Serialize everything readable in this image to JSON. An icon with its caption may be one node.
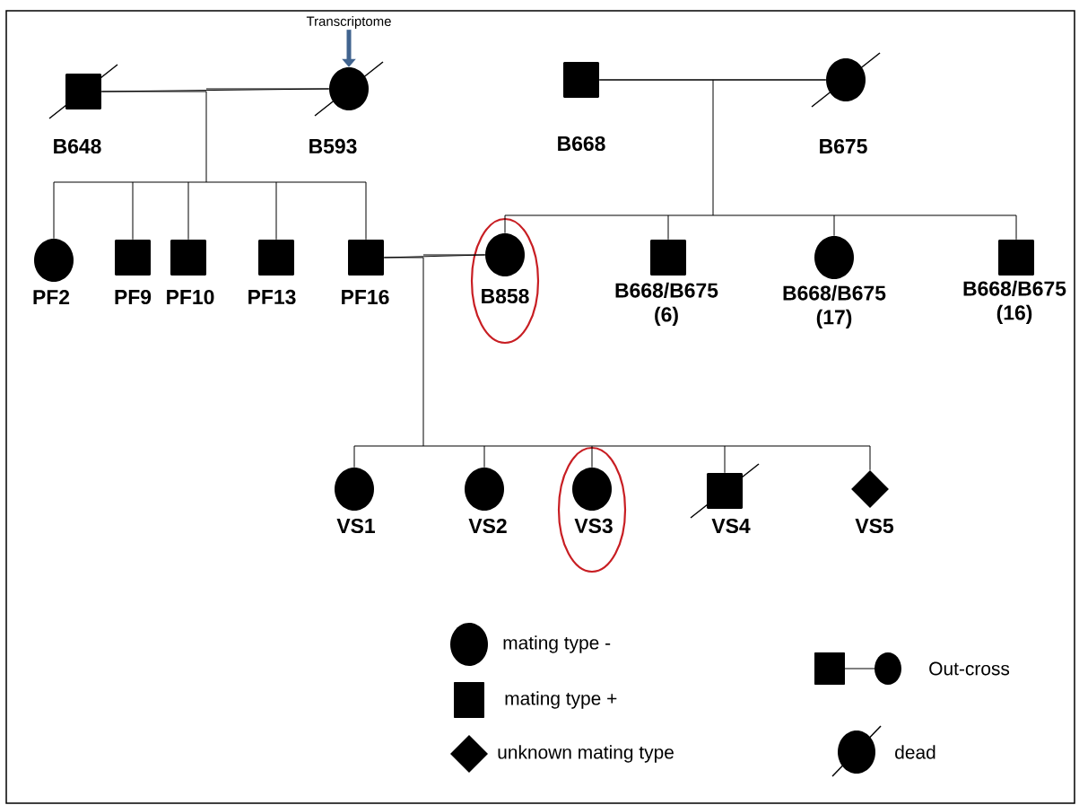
{
  "diagram": {
    "nodes": [
      {
        "text": [
          "Transcriptome"
        ]
      },
      {
        "text": [],
        "shape": "struck-box",
        "beside": [
          "B648"
        ]
      },
      {
        "text": [],
        "shape": "struck-circle",
        "beside": [
          "B593"
        ]
      },
      {
        "text": [],
        "shape": "box",
        "beside": [
          "B668"
        ]
      },
      {
        "text": [],
        "shape": "struck-circle",
        "beside": [
          "B675"
        ]
      },
      {
        "text": [],
        "shape": "circle",
        "beside": [
          "PF2"
        ]
      },
      {
        "text": [],
        "shape": "box",
        "beside": [
          "PF9"
        ]
      },
      {
        "text": [],
        "shape": "box",
        "beside": [
          "PF10"
        ]
      },
      {
        "text": [],
        "shape": "box",
        "beside": [
          "PF13"
        ]
      },
      {
        "text": [],
        "shape": "box",
        "beside": [
          "PF16"
        ]
      },
      {
        "text": [],
        "shape": "ellipse"
      },
      {
        "text": [],
        "shape": "circle",
        "beside": [
          "B858"
        ],
        "in": 10
      },
      {
        "text": [],
        "shape": "box",
        "beside": [
          "B668/B675 (6)"
        ]
      },
      {
        "text": [],
        "shape": "circle",
        "beside": [
          "B668/B675 (17)"
        ]
      },
      {
        "text": [],
        "shape": "box",
        "beside": [
          "B668/B675 (16)"
        ]
      },
      {
        "text": [],
        "shape": "circle",
        "beside": [
          "VS1"
        ]
      },
      {
        "text": [],
        "shape": "circle",
        "beside": [
          "VS2"
        ]
      },
      {
        "text": [],
        "shape": "ellipse"
      },
      {
        "text": [],
        "shape": "circle",
        "beside": [
          "VS3"
        ],
        "in": 17
      },
      {
        "text": [],
        "shape": "struck-box",
        "beside": [
          "VS4"
        ]
      },
      {
        "text": [],
        "shape": "diamond",
        "beside": [
          "VS5"
        ]
      }
    ],
    "edges": [
      {
        "from": 0,
        "to": 2,
        "arrow": "to",
        "style": "thick",
        "color": "#41648f"
      },
      {
        "from": 1,
        "to": 2,
        "arrow": "none"
      },
      {
        "from": 1,
        "to": 5,
        "arrow": "none"
      },
      {
        "from": 1,
        "to": 6,
        "arrow": "none"
      },
      {
        "from": 1,
        "to": 7,
        "arrow": "none"
      },
      {
        "from": 1,
        "to": 8,
        "arrow": "none"
      },
      {
        "from": 1,
        "to": 9,
        "arrow": "none"
      },
      {
        "from": 2,
        "to": 5,
        "arrow": "none"
      },
      {
        "from": 2,
        "to": 6,
        "arrow": "none"
      },
      {
        "from": 2,
        "to": 7,
        "arrow": "none"
      },
      {
        "from": 2,
        "to": 8,
        "arrow": "none"
      },
      {
        "from": 2,
        "to": 9,
        "arrow": "none"
      },
      {
        "from": 3,
        "to": 4,
        "arrow": "none"
      },
      {
        "from": 3,
        "to": 11,
        "arrow": "none"
      },
      {
        "from": 3,
        "to": 12,
        "arrow": "none"
      },
      {
        "from": 3,
        "to": 13,
        "arrow": "none"
      },
      {
        "from": 3,
        "to": 14,
        "arrow": "none"
      },
      {
        "from": 4,
        "to": 11,
        "arrow": "none"
      },
      {
        "from": 4,
        "to": 12,
        "arrow": "none"
      },
      {
        "from": 4,
        "to": 13,
        "arrow": "none"
      },
      {
        "from": 4,
        "to": 14,
        "arrow": "none"
      },
      {
        "from": 9,
        "to": 11,
        "arrow": "none"
      },
      {
        "from": 9,
        "to": 15,
        "arrow": "none"
      },
      {
        "from": 9,
        "to": 16,
        "arrow": "none"
      },
      {
        "from": 9,
        "to": 18,
        "arrow": "none"
      },
      {
        "from": 9,
        "to": 19,
        "arrow": "none"
      },
      {
        "from": 9,
        "to": 20,
        "arrow": "none"
      },
      {
        "from": 11,
        "to": 15,
        "arrow": "none"
      },
      {
        "from": 11,
        "to": 16,
        "arrow": "none"
      },
      {
        "from": 11,
        "to": 18,
        "arrow": "none"
      },
      {
        "from": 11,
        "to": 19,
        "arrow": "none"
      },
      {
        "from": 11,
        "to": 20,
        "arrow": "none"
      }
    ],
    "legend": [
      {
        "text": "mating type -"
      },
      {
        "text": "mating type +"
      },
      {
        "text": "unknown mating type"
      },
      {
        "text": "Out-cross"
      },
      {
        "text": "dead"
      }
    ]
  }
}
